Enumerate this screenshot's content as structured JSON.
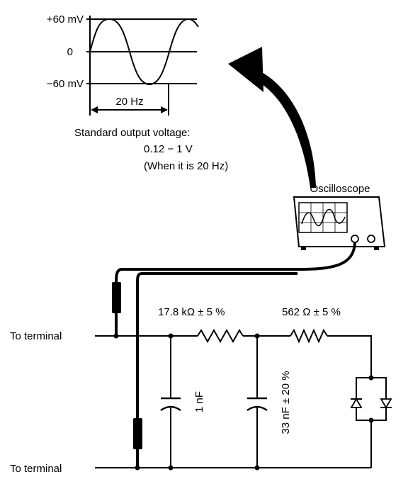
{
  "waveform": {
    "pos_label": "+60  mV",
    "zero_label": "0",
    "neg_label": "−60  mV",
    "freq_label": "20  Hz"
  },
  "notes": {
    "line1": "Standard  output  voltage:",
    "line2": "0.12  −  1  V",
    "line3": "(When  it  is  20  Hz)"
  },
  "instrument": {
    "label": "Oscilloscope"
  },
  "circuit": {
    "r1_label": "17.8  kΩ ±  5  %",
    "r2_label": "562  Ω  ±  5  %",
    "c1_label": "1  nF",
    "c2_label": "33  nF  ±  20  %",
    "terminal_top": "To  terminal",
    "terminal_bottom": "To  terminal"
  }
}
